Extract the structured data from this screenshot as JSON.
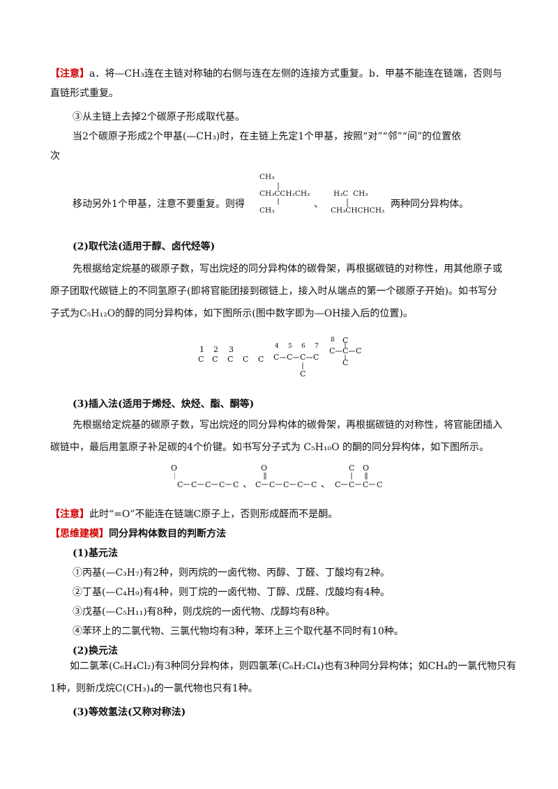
{
  "note1": {
    "tag": "【注意】",
    "line1": "a．将—CH₃连在主链对称轴的右侧与连在左侧的连接方式重复。b．甲基不能连在链端，否则与",
    "line2": "直链形式重复。"
  },
  "step3": "③从主链上去掉2个碳原子形成取代基。",
  "two_methyl": {
    "line1": "当2个碳原子形成2个甲基(—CH₃)时，在主链上先定1个甲基，按照“对”“邻”“间”的位置依",
    "line2": "次",
    "line3a": "移动另外1个甲基，注意不要重复。则得",
    "sep": "、",
    "line3b": "两种同分异构体。",
    "struct1_top": "CH₃",
    "struct1_mid": "CH₃CCH₂CH₃",
    "struct1_bot": "CH₃",
    "struct2_top": "H₃C  CH₃",
    "struct2_bot": "CH₃CHCHCH₃"
  },
  "sub_method": {
    "heading": "(2)取代法(适用于醇、卤代烃等)",
    "line1": "先根据给定烷基的碳原子数，写出烷烃的同分异构体的碳骨架，再根据碳链的对称性，用其他原子或",
    "line2": "原子团取代碳链上的不同氢原子(即将官能团接到碳链上，接入时从端点的第一个碳原子开始)。如书写分",
    "line3": "子式为C₅H₁₂O的醇的同分异构体，如下图所示(图中数字即为—OH接入后的位置)。"
  },
  "alcohol_diagram": {
    "nums": [
      "1",
      "2",
      "3",
      "4",
      "5",
      "6",
      "7",
      "8"
    ],
    "c": "C"
  },
  "insert_method": {
    "heading": "(3)插入法(适用于烯烃、炔烃、酯、酮等)",
    "line1": "先根据给定烷基的碳原子数，写出烷烃的同分异构体的碳骨架，再根据碳链的对称性，将官能团插入",
    "line2": "碳链中，最后用氢原子补足碳的4个价键。如书写分子式为 C₅H₁₀O 的酮的同分异构体，如下图所示。"
  },
  "ketone_diagram": {
    "o": "O",
    "c": "C",
    "sep": "、"
  },
  "note2": {
    "tag": "【注意】",
    "text": "此时“=O”不能连在链端C原子上，否则形成醛而不是酮。"
  },
  "model": {
    "tag": "【思维建模】",
    "title": "同分异构体数目的判断方法"
  },
  "base_method": {
    "heading": "(1)基元法",
    "items": [
      "①丙基(—C₃H₇)有2种，则丙烷的一卤代物、丙醇、丁醛、丁酸均有2种。",
      "②丁基(—C₄H₉)有4种，则丁烷的一卤代物、丁醇、戊醛、戊酸均有4种。",
      "③戊基(—C₅H₁₁)有8种，则戊烷的一卤代物、戊醇均有8种。",
      "④苯环上的二氯代物、三氯代物均有3种，苯环上三个取代基不同时有10种。"
    ]
  },
  "swap_method": {
    "heading": "(2)换元法",
    "line1": "如二氯苯(C₆H₄Cl₂)有3种同分异构体，则四氯苯(C₆H₂Cl₄)也有3种同分异构体；如CH₄的一氯代物只有",
    "line2": "1种，则新戊烷C(CH₃)₄的一氯代物也只有1种。"
  },
  "equiv_method": {
    "heading": "(3)等效氢法(又称对称法)"
  }
}
